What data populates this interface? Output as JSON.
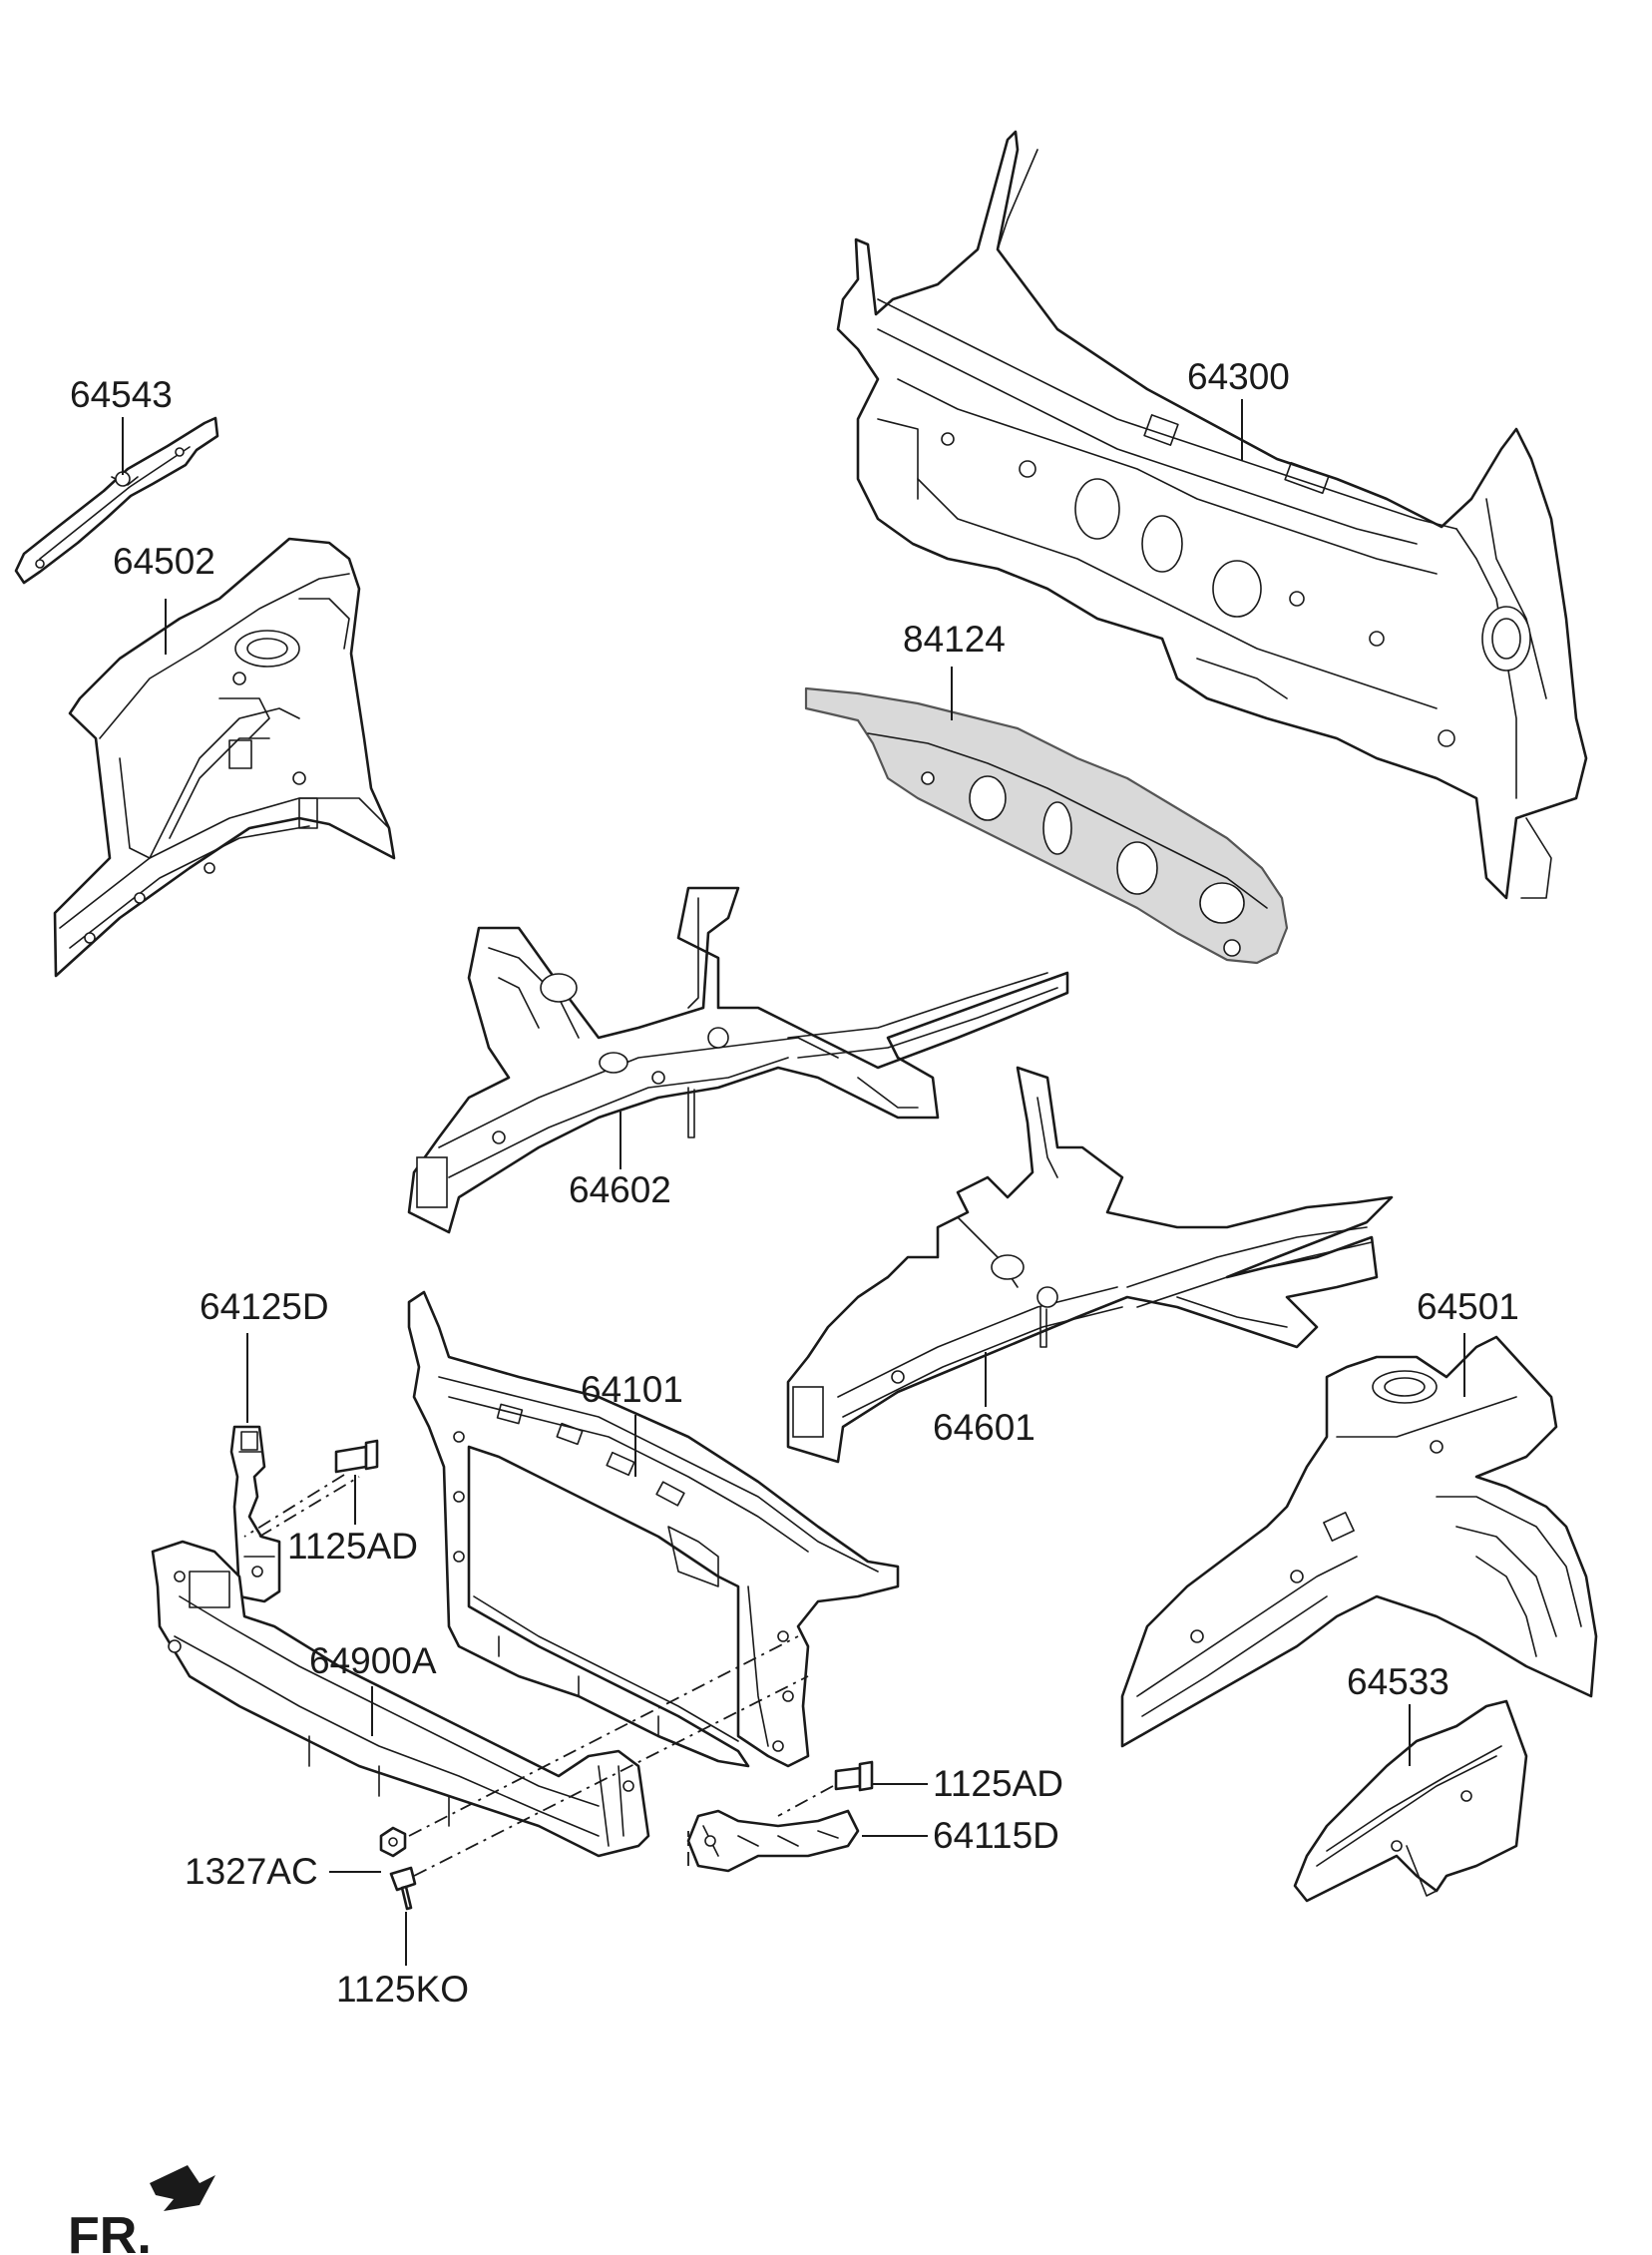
{
  "callouts": {
    "p64543": "64543",
    "p64502": "64502",
    "p64300": "64300",
    "p84124": "84124",
    "p64602": "64602",
    "p64601": "64601",
    "p64125D": "64125D",
    "p64101": "64101",
    "p64501": "64501",
    "p1125AD_left": "1125AD",
    "p64900A": "64900A",
    "p1125AD_right": "1125AD",
    "p64115D": "64115D",
    "p1327AC": "1327AC",
    "p64533": "64533",
    "p1125KO": "1125KO"
  },
  "orientation": {
    "label": "FR.",
    "arrow_icon": "front-direction-arrow"
  },
  "colors": {
    "line": "#1a1a1a",
    "shaded_part": "#d9d9d9",
    "background": "#ffffff"
  }
}
